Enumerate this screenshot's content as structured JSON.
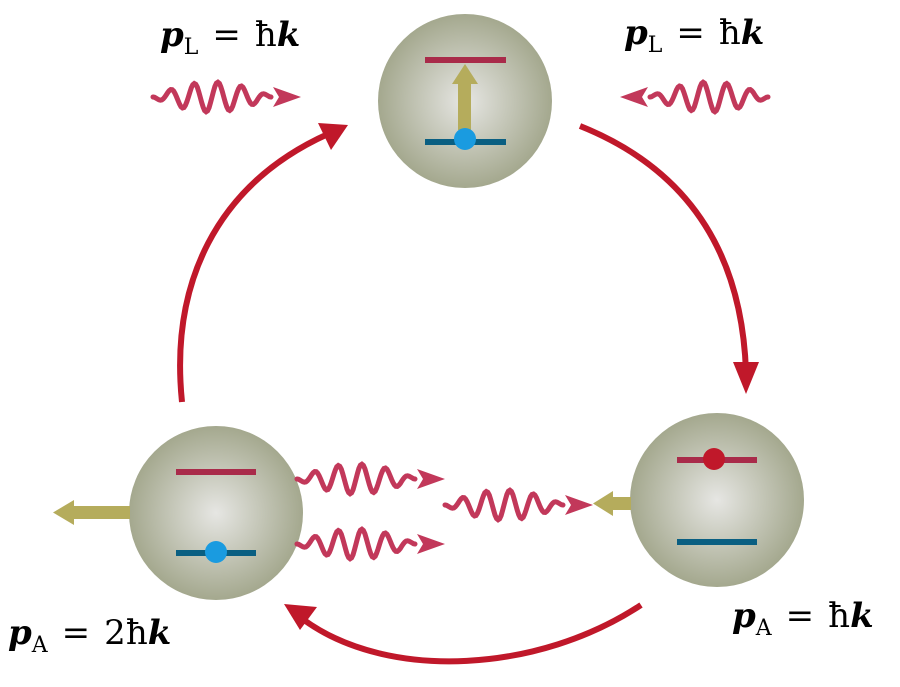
{
  "labels": {
    "laser_left": {
      "var": "p",
      "sub": "L",
      "rhs_num": "",
      "rhs": "ħ",
      "k": "k"
    },
    "laser_right": {
      "var": "p",
      "sub": "L",
      "rhs_num": "",
      "rhs": "ħ",
      "k": "k"
    },
    "atom_right": {
      "var": "p",
      "sub": "A",
      "rhs_num": "",
      "rhs": "ħ",
      "k": "k"
    },
    "atom_left": {
      "var": "p",
      "sub": "A",
      "rhs_num": "2",
      "rhs": "ħ",
      "k": "k"
    },
    "equals": "="
  },
  "colors": {
    "cycle_arrow": "#c0182a",
    "photon": "#c2385a",
    "momentum_arrow": "#b5ac5c",
    "excited_level": "#a92b4a",
    "ground_level": "#0a5f82",
    "electron_ground": "#1a9be0",
    "electron_excited": "#c0182a",
    "atom_fill_center": "#e6e6e3",
    "atom_fill_edge": "#a4a88e"
  },
  "atoms": [
    {
      "name": "top",
      "electron": "ground",
      "excitation_arrow": true
    },
    {
      "name": "right",
      "electron": "excited",
      "recoil": "left"
    },
    {
      "name": "left",
      "electron": "ground",
      "recoil": "left"
    }
  ]
}
